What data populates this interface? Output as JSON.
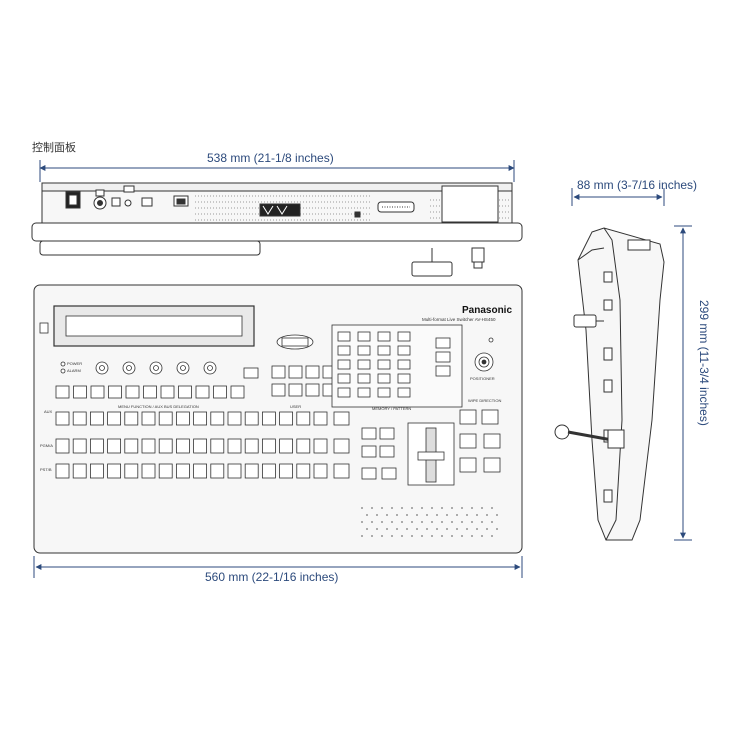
{
  "panel_caption": "控制面板",
  "dimensions": {
    "top_width": "538  mm (21-1/8  inches)",
    "bottom_width": "560 mm (22-1/16 inches)",
    "side_depth": "88 mm (3-7/16 inches)",
    "side_height": "299 mm (11-3/4 inches)"
  },
  "panel": {
    "brand": "Panasonic",
    "model": "Multi-format Live Switcher AV-HS450",
    "labels": {
      "menu_function": "MENU FUNCTION / AUX BUS DELEGATION",
      "user": "USER",
      "memory": "MEMORY / PATTERN",
      "wipe_direction": "WIPE DIRECTION",
      "positioner": "POSITIONER",
      "aux": "AUX",
      "pgm": "PGM/A",
      "pst": "PST/B",
      "power": "POWER",
      "alarm": "ALARM"
    }
  },
  "colors": {
    "dimension": "#2c4a7c",
    "line": "#333333",
    "panel_fill": "#f4f4f4",
    "button_fill": "#e6e6e6"
  }
}
